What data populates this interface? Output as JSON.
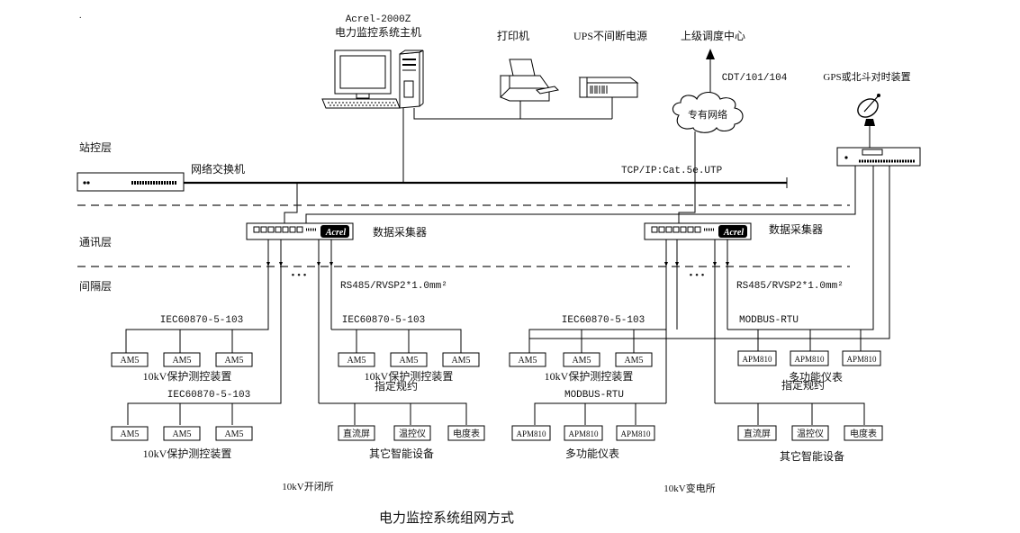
{
  "host": {
    "line1": "Acrel-2000Z",
    "line2": "电力监控系统主机"
  },
  "printer": {
    "label": "打印机"
  },
  "ups": {
    "label": "UPS不间断电源"
  },
  "dispatch": {
    "label": "上级调度中心",
    "protocol": "CDT/101/104"
  },
  "cloud": {
    "label": "专有网络"
  },
  "gps": {
    "label": "GPS或北斗对时装置"
  },
  "layers": {
    "station": "站控层",
    "comm": "通讯层",
    "bay": "间隔层"
  },
  "switch": {
    "label": "网络交换机"
  },
  "bus": {
    "label": "TCP/IP:Cat.5e.UTP"
  },
  "collector": {
    "label": "数据采集器",
    "brand": "Acrel"
  },
  "rs485": "RS485/RVSP2*1.0mm²",
  "ellipsis": "• • •",
  "protocols": {
    "iec": "IEC60870-5-103",
    "modbus": "MODBUS-RTU",
    "specified": "指定规约"
  },
  "devices": {
    "am5": "AM5",
    "apm810": "APM810",
    "dc_panel": "直流屏",
    "temp": "温控仪",
    "meter": "电度表"
  },
  "groups": {
    "protect": "10kV保护测控装置",
    "multi": "多功能仪表",
    "other": "其它智能设备"
  },
  "sites": {
    "left": "10kV开闭所",
    "right": "10kV变电所"
  },
  "caption": "电力监控系统组网方式",
  "corner_mark": "."
}
